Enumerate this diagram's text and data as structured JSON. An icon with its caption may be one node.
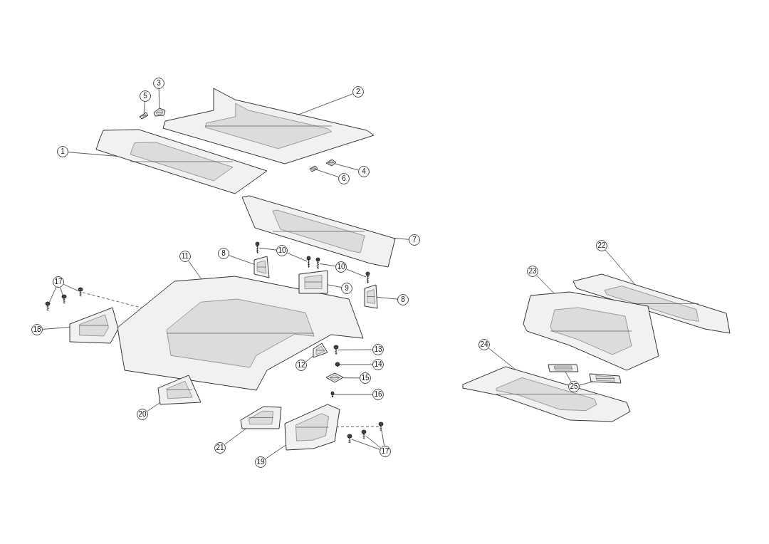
{
  "diagram": {
    "nodes": [
      {
        "text": [
          "3"
        ]
      },
      {
        "text": [],
        "shape": "picture"
      },
      {
        "text": [
          "5"
        ]
      },
      {
        "text": [],
        "shape": "picture"
      },
      {
        "text": [
          "2"
        ]
      },
      {
        "text": [],
        "shape": "picture"
      },
      {
        "text": [
          "1"
        ]
      },
      {
        "text": [],
        "shape": "picture"
      },
      {
        "text": [
          "4"
        ]
      },
      {
        "text": [],
        "shape": "picture"
      },
      {
        "text": [
          "6"
        ]
      },
      {
        "text": [],
        "shape": "picture"
      },
      {
        "text": [
          "7"
        ]
      },
      {
        "text": [],
        "shape": "picture"
      },
      {
        "text": [
          "8"
        ]
      },
      {
        "text": [],
        "shape": "picture"
      },
      {
        "text": [
          "10"
        ]
      },
      {
        "text": [],
        "shape": "picture"
      },
      {
        "text": [],
        "shape": "picture"
      },
      {
        "text": [
          "11"
        ]
      },
      {
        "text": [],
        "shape": "picture"
      },
      {
        "text": [
          "17"
        ]
      },
      {
        "text": [],
        "shape": "picture"
      },
      {
        "text": [],
        "shape": "picture"
      },
      {
        "text": [],
        "shape": "picture"
      },
      {
        "text": [
          "9"
        ]
      },
      {
        "text": [],
        "shape": "picture"
      },
      {
        "text": [
          "10"
        ]
      },
      {
        "text": [],
        "shape": "picture"
      },
      {
        "text": [],
        "shape": "picture"
      },
      {
        "text": [
          "8"
        ]
      },
      {
        "text": [],
        "shape": "picture"
      },
      {
        "text": [
          "18"
        ]
      },
      {
        "text": [],
        "shape": "picture"
      },
      {
        "text": [
          "12"
        ]
      },
      {
        "text": [],
        "shape": "picture"
      },
      {
        "text": [
          "13"
        ]
      },
      {
        "text": [],
        "shape": "picture"
      },
      {
        "text": [
          "14"
        ]
      },
      {
        "text": [],
        "shape": "picture"
      },
      {
        "text": [
          "15"
        ]
      },
      {
        "text": [],
        "shape": "picture"
      },
      {
        "text": [
          "16"
        ]
      },
      {
        "text": [],
        "shape": "picture"
      },
      {
        "text": [
          "20"
        ]
      },
      {
        "text": [],
        "shape": "picture"
      },
      {
        "text": [
          "21"
        ]
      },
      {
        "text": [],
        "shape": "picture"
      },
      {
        "text": [
          "19"
        ]
      },
      {
        "text": [],
        "shape": "picture"
      },
      {
        "text": [
          "17"
        ]
      },
      {
        "text": [],
        "shape": "picture"
      },
      {
        "text": [],
        "shape": "picture"
      },
      {
        "text": [],
        "shape": "picture"
      },
      {
        "text": [
          "22"
        ]
      },
      {
        "text": [],
        "shape": "picture"
      },
      {
        "text": [
          "23"
        ]
      },
      {
        "text": [],
        "shape": "picture"
      },
      {
        "text": [
          "24"
        ]
      },
      {
        "text": [],
        "shape": "picture"
      },
      {
        "text": [
          "25"
        ]
      },
      {
        "text": [],
        "shape": "picture"
      },
      {
        "text": [],
        "shape": "picture"
      }
    ],
    "edges": [
      {
        "from": 0,
        "to": 1,
        "arrow": "none"
      },
      {
        "from": 2,
        "to": 3,
        "arrow": "none"
      },
      {
        "from": 4,
        "to": 5,
        "arrow": "none"
      },
      {
        "from": 6,
        "to": 7,
        "arrow": "none"
      },
      {
        "from": 8,
        "to": 9,
        "arrow": "none"
      },
      {
        "from": 10,
        "to": 11,
        "arrow": "none"
      },
      {
        "from": 12,
        "to": 13,
        "arrow": "none"
      },
      {
        "from": 14,
        "to": 15,
        "arrow": "none"
      },
      {
        "from": 16,
        "to": 17,
        "arrow": "none"
      },
      {
        "from": 16,
        "to": 18,
        "arrow": "none"
      },
      {
        "from": 19,
        "to": 20,
        "arrow": "none"
      },
      {
        "from": 21,
        "to": 22,
        "arrow": "none"
      },
      {
        "from": 21,
        "to": 23,
        "arrow": "none"
      },
      {
        "from": 21,
        "to": 24,
        "arrow": "none"
      },
      {
        "from": 25,
        "to": 26,
        "arrow": "none"
      },
      {
        "from": 27,
        "to": 28,
        "arrow": "none"
      },
      {
        "from": 27,
        "to": 29,
        "arrow": "none"
      },
      {
        "from": 30,
        "to": 31,
        "arrow": "none"
      },
      {
        "from": 32,
        "to": 33,
        "arrow": "none"
      },
      {
        "from": 34,
        "to": 35,
        "arrow": "none"
      },
      {
        "from": 36,
        "to": 37,
        "arrow": "none"
      },
      {
        "from": 38,
        "to": 39,
        "arrow": "none"
      },
      {
        "from": 40,
        "to": 41,
        "arrow": "none"
      },
      {
        "from": 42,
        "to": 43,
        "arrow": "none"
      },
      {
        "from": 44,
        "to": 45,
        "arrow": "none"
      },
      {
        "from": 46,
        "to": 47,
        "arrow": "none"
      },
      {
        "from": 48,
        "to": 49,
        "arrow": "none"
      },
      {
        "from": 50,
        "to": 51,
        "arrow": "none"
      },
      {
        "from": 50,
        "to": 52,
        "arrow": "none"
      },
      {
        "from": 50,
        "to": 53,
        "arrow": "none"
      },
      {
        "from": 54,
        "to": 55,
        "arrow": "none"
      },
      {
        "from": 56,
        "to": 57,
        "arrow": "none"
      },
      {
        "from": 58,
        "to": 59,
        "arrow": "none"
      },
      {
        "from": 60,
        "to": 61,
        "arrow": "none"
      },
      {
        "from": 60,
        "to": 62,
        "arrow": "none"
      },
      {
        "from": 24,
        "to": 20,
        "arrow": "none",
        "style": "dashed"
      },
      {
        "from": 53,
        "to": 49,
        "arrow": "none",
        "style": "dashed"
      }
    ]
  }
}
